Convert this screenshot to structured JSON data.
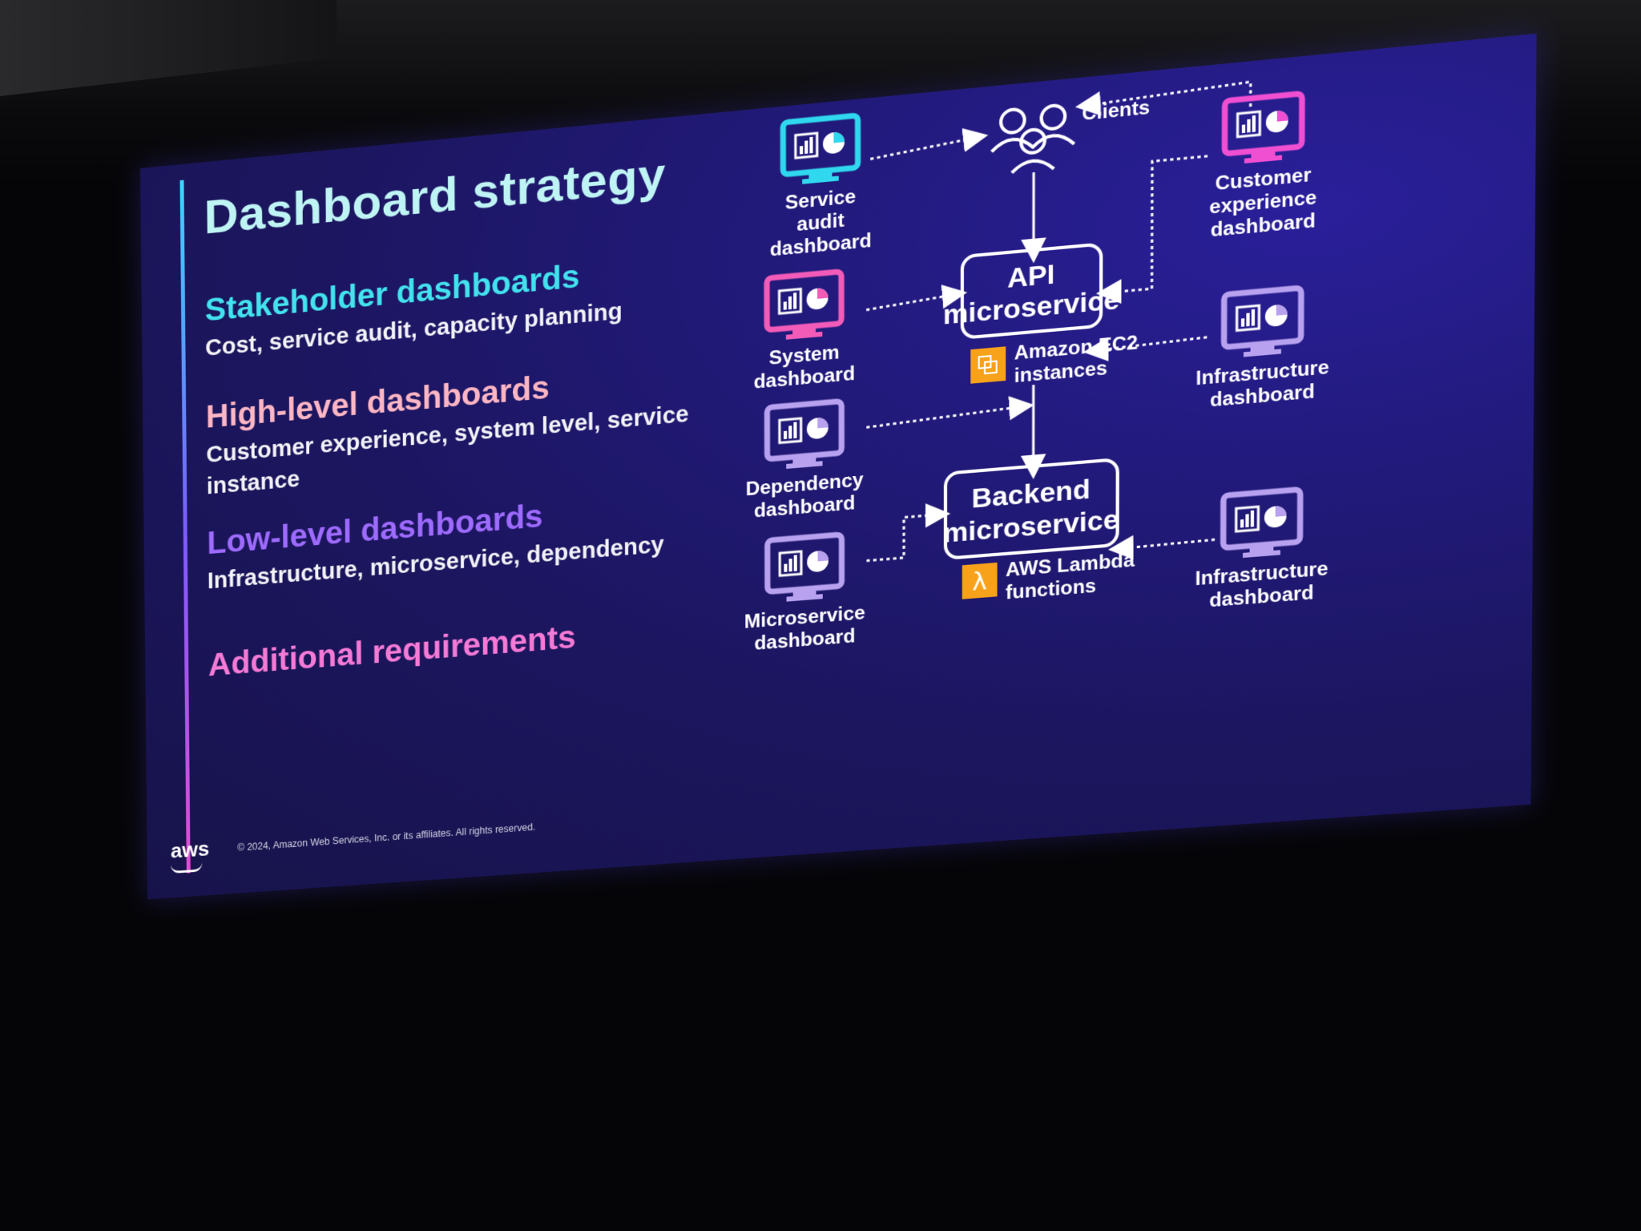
{
  "slide": {
    "title": "Dashboard strategy",
    "sections": [
      {
        "heading": "Stakeholder dashboards",
        "sub": "Cost, service audit, capacity planning",
        "color": "#42e2ee"
      },
      {
        "heading": "High-level dashboards",
        "sub": "Customer experience, system level, service instance",
        "color": "#ffb6c4"
      },
      {
        "heading": "Low-level dashboards",
        "sub": "Infrastructure, microservice, dependency",
        "color": "#9e6bff"
      },
      {
        "heading": "Additional requirements",
        "sub": "",
        "color": "#f57ad6"
      }
    ],
    "footer": {
      "logo": "aws",
      "copyright": "© 2024, Amazon Web Services, Inc. or its affiliates. All rights reserved."
    }
  },
  "diagram": {
    "clients_label": "Clients",
    "api_box": [
      "API",
      "microservice"
    ],
    "backend_box": [
      "Backend",
      "microservice"
    ],
    "ec2": [
      "Amazon EC2",
      "instances"
    ],
    "lambda": [
      "AWS Lambda",
      "functions"
    ],
    "dashboards": {
      "service_audit": {
        "lines": [
          "Service",
          "audit",
          "dashboard"
        ],
        "color": "#2fd8ee"
      },
      "system": {
        "lines": [
          "System",
          "dashboard"
        ],
        "color": "#f25bb8"
      },
      "dependency": {
        "lines": [
          "Dependency",
          "dashboard"
        ],
        "color": "#b8a2f0"
      },
      "microservice": {
        "lines": [
          "Microservice",
          "dashboard"
        ],
        "color": "#b8a2f0"
      },
      "customer_experience": {
        "lines": [
          "Customer",
          "experience",
          "dashboard"
        ],
        "color": "#f04fd2"
      },
      "infrastructure_ec2": {
        "lines": [
          "Infrastructure",
          "dashboard"
        ],
        "color": "#b8a2f0"
      },
      "infrastructure_lambda": {
        "lines": [
          "Infrastructure",
          "dashboard"
        ],
        "color": "#b8a2f0"
      }
    },
    "icon_colors": {
      "ec2": "#f7a21a",
      "lambda": "#f7a21a"
    }
  }
}
